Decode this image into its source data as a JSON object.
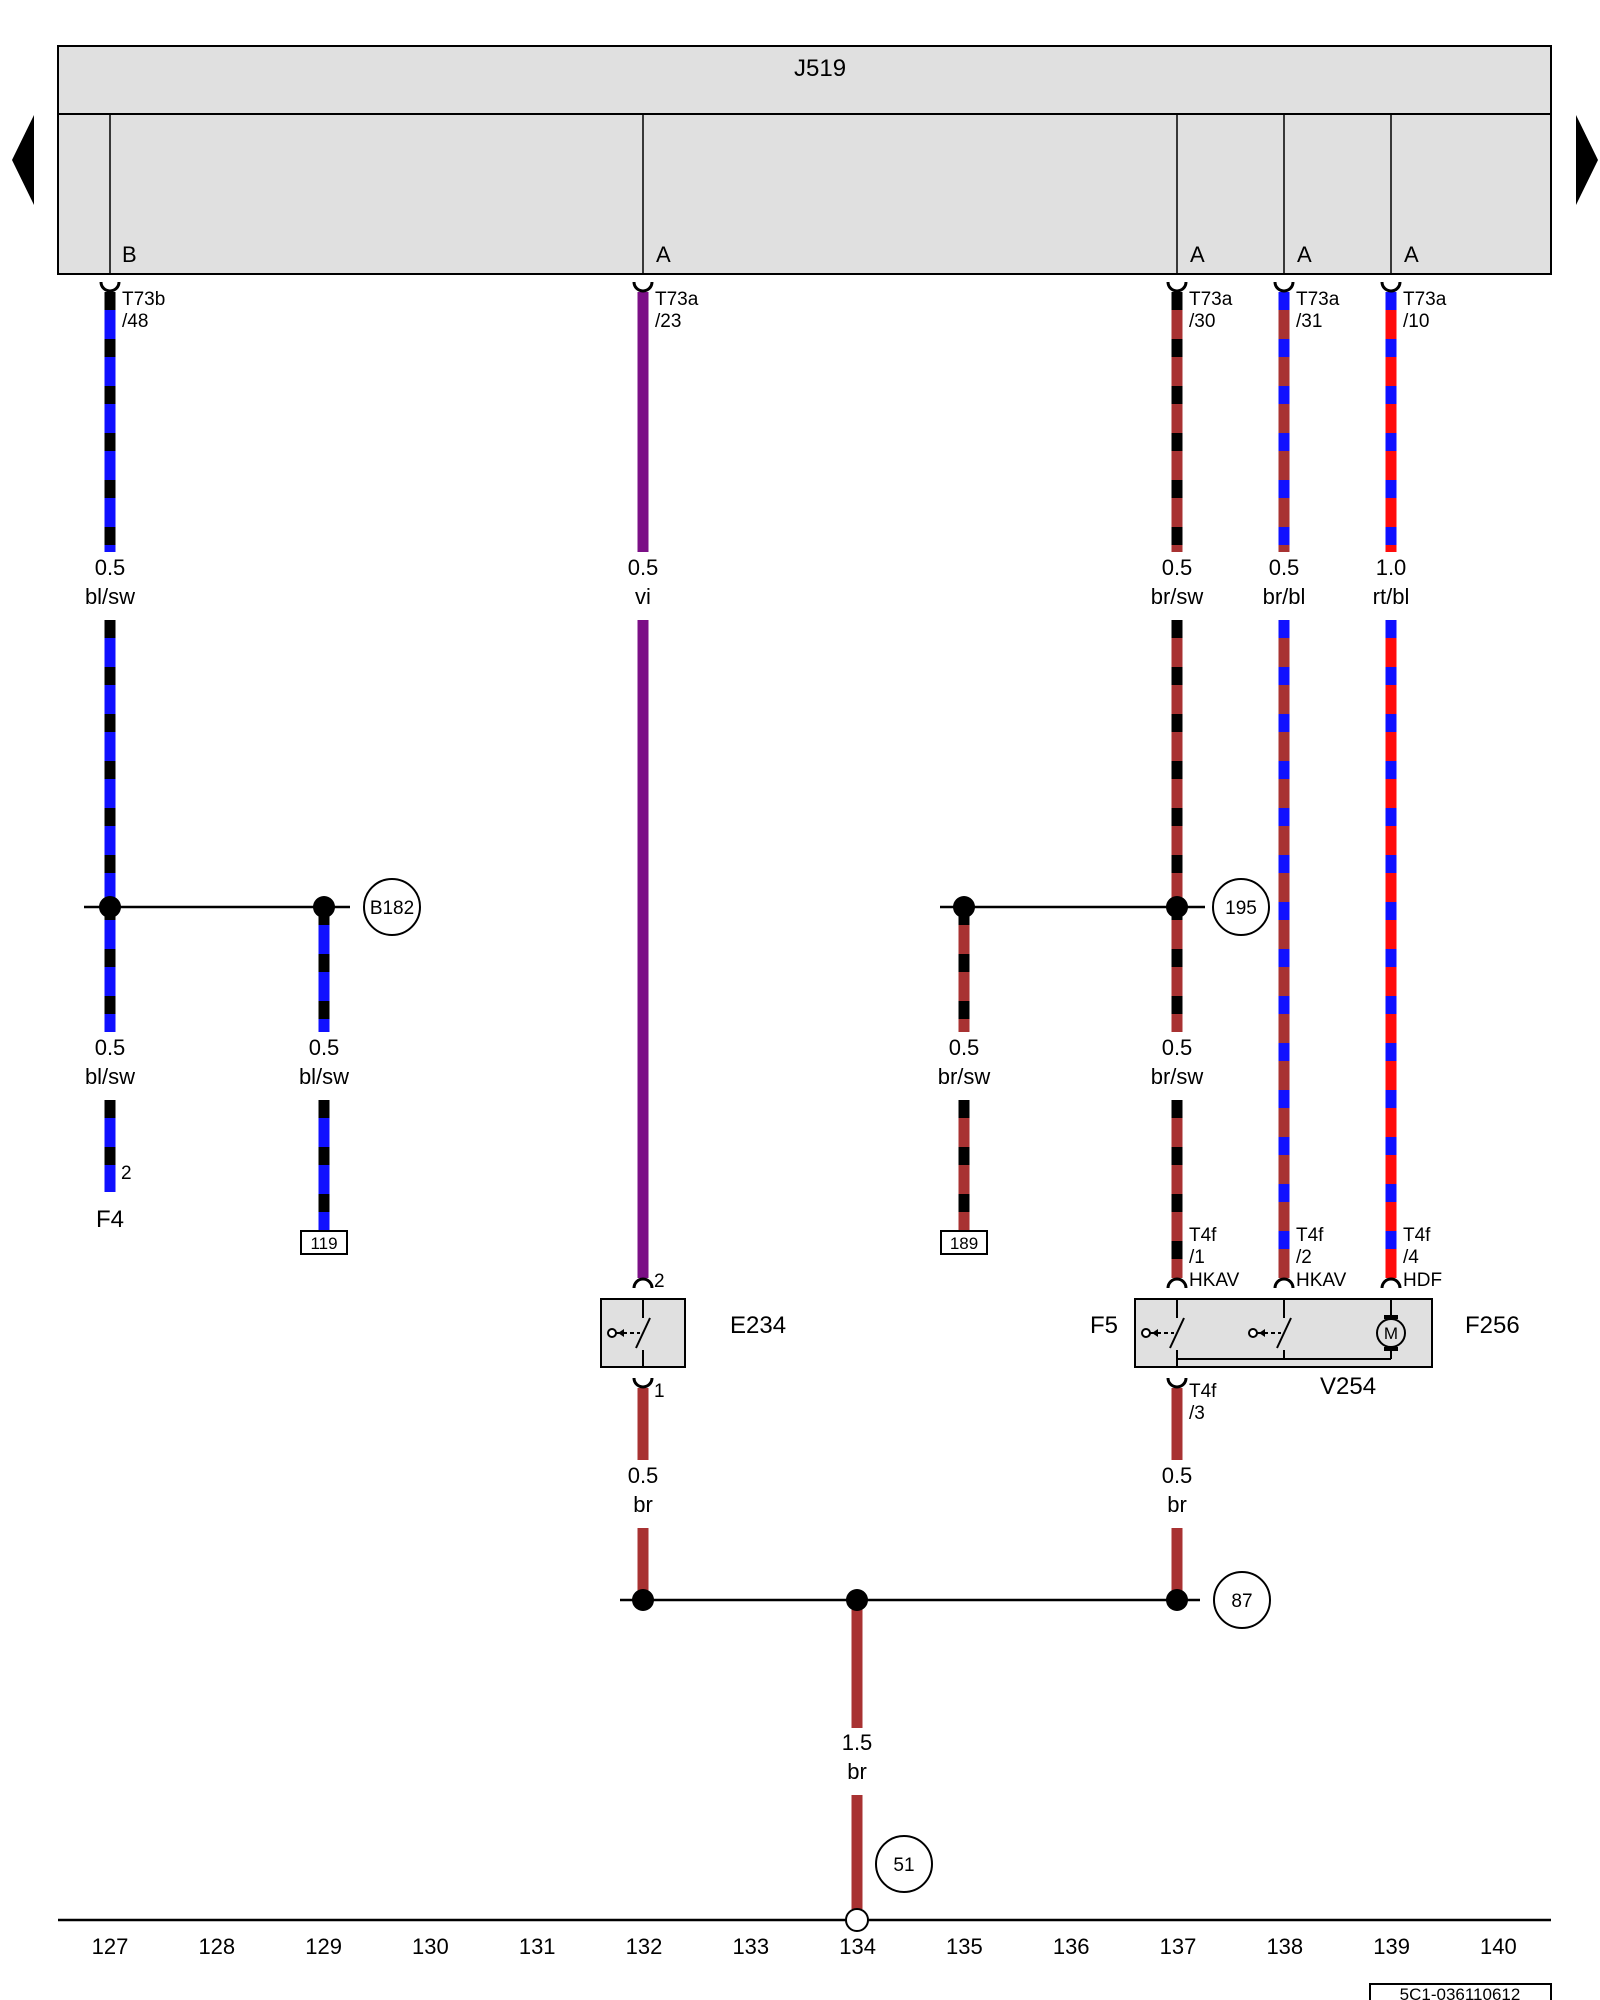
{
  "control_unit": {
    "label": "J519"
  },
  "nav": {
    "prev_arrow": "previous-page",
    "next_arrow": "next-page"
  },
  "connector_letters": [
    "B",
    "A",
    "A",
    "A",
    "A"
  ],
  "pins": {
    "t73b_48": [
      "T73b",
      "/48"
    ],
    "t73a_23": [
      "T73a",
      "/23"
    ],
    "t73a_30": [
      "T73a",
      "/30"
    ],
    "t73a_31": [
      "T73a",
      "/31"
    ],
    "t73a_10": [
      "T73a",
      "/10"
    ],
    "t4f_1": [
      "T4f",
      "/1",
      "HKAV"
    ],
    "t4f_2": [
      "T4f",
      "/2",
      "HKAV"
    ],
    "t4f_4": [
      "T4f",
      "/4",
      "HDF"
    ],
    "t4f_3": [
      "T4f",
      "/3"
    ],
    "e234_top": "2",
    "e234_bottom": "1",
    "f4_pin": "2"
  },
  "wire_labels": {
    "w127_top": [
      "0.5",
      "bl/sw"
    ],
    "w132_top": [
      "0.5",
      "vi"
    ],
    "w137_top": [
      "0.5",
      "br/sw"
    ],
    "w138_top": [
      "0.5",
      "br/bl"
    ],
    "w139_top": [
      "1.0",
      "rt/bl"
    ],
    "w127_low": [
      "0.5",
      "bl/sw"
    ],
    "w129_low": [
      "0.5",
      "bl/sw"
    ],
    "w135_low": [
      "0.5",
      "br/sw"
    ],
    "w137_low": [
      "0.5",
      "br/sw"
    ],
    "w132_bottom": [
      "0.5",
      "br"
    ],
    "w137_bottom": [
      "0.5",
      "br"
    ],
    "w134_ground": [
      "1.5",
      "br"
    ]
  },
  "junctions": {
    "b182": "B182",
    "j195": "195",
    "j87": "87",
    "j51": "51"
  },
  "references": {
    "r119": "119",
    "r189": "189"
  },
  "components": {
    "f4": "F4",
    "e234": "E234",
    "f5": "F5",
    "f256": "F256",
    "v254": "V254"
  },
  "motor_symbol": "M",
  "column_numbers": [
    "127",
    "128",
    "129",
    "130",
    "131",
    "132",
    "133",
    "134",
    "135",
    "136",
    "137",
    "138",
    "139",
    "140"
  ],
  "doc_id": "5C1-036110612",
  "colors": {
    "bl": "#1010ff",
    "sw": "#000000",
    "vi": "#7b0f86",
    "br": "#a83232",
    "rt": "#ff0c0c",
    "panel": "#e0e0e0"
  }
}
